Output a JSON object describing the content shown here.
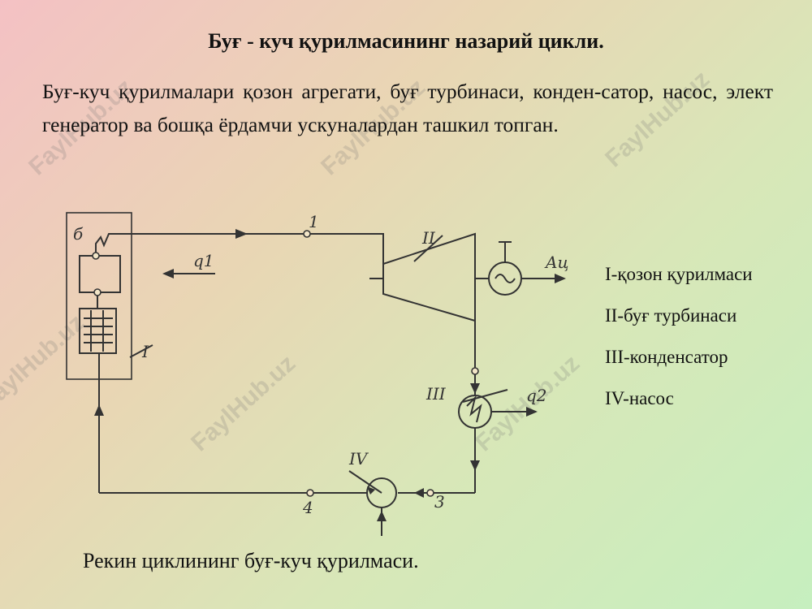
{
  "title": "Буғ - куч қурилмасининг назарий цикли.",
  "intro": "Буғ-куч қурилмалари қозон агрегати, буғ турбинаси, конден-сатор, насос, элект генератор ва бошқа ёрдамчи ускуналардан ташкил топган.",
  "legend": {
    "item1": "I-қозон қурилмаси",
    "item2": "II-буғ турбинаси",
    "item3": "III-конденсатор",
    "item4": "IV-насос"
  },
  "diagram": {
    "label_6": "б",
    "label_1": "1",
    "label_q1": "q1",
    "label_II": "II",
    "label_A": "Aц",
    "label_I": "I",
    "label_III": "III",
    "label_q2": "q2",
    "label_IV": "IV",
    "label_3": "3",
    "label_4": "4"
  },
  "caption": "Рекин циклининг буғ-куч қурилмаси.",
  "watermark": "FaylHub.uz"
}
